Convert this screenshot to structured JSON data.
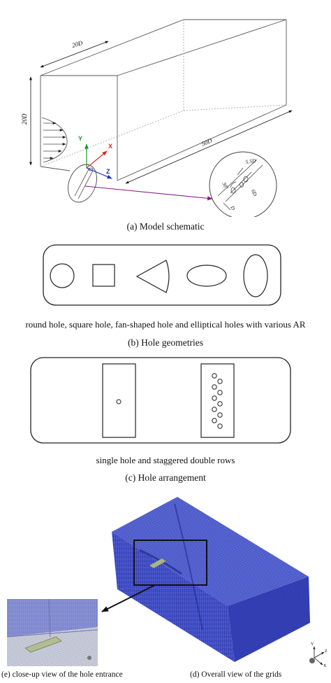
{
  "panel_a": {
    "caption": "(a) Model schematic",
    "dims": {
      "top": "20D",
      "side": "20D",
      "length": "50D"
    },
    "axes": {
      "y": "Y",
      "x": "X",
      "z": "Z"
    },
    "inset": {
      "pitch": "5.5D",
      "angle": "30°",
      "spacing": "6D",
      "diameter": "D"
    },
    "colors": {
      "x_axis": "#e0241c",
      "y_axis": "#1a9a2a",
      "z_axis": "#1a2fc8",
      "leader": "#8a1c8c"
    }
  },
  "panel_b": {
    "description": "round hole, square hole, fan-shaped hole and elliptical holes with various AR",
    "caption": "(b) Hole geometries"
  },
  "panel_c": {
    "description": "single hole and staggered double rows",
    "caption": "(c) Hole arrangement"
  },
  "panel_d": {
    "caption": "(d) Overall view of the grids",
    "axes": {
      "y": "Y",
      "z": "Z",
      "x": "X"
    },
    "colors": {
      "mesh_front": "#2a2fa8",
      "mesh_top": "#3c4bc8",
      "mesh_side": "#2a34b4",
      "hole": "#a8b48a"
    }
  },
  "panel_e": {
    "caption": "(e) close-up view of the hole entrance"
  }
}
